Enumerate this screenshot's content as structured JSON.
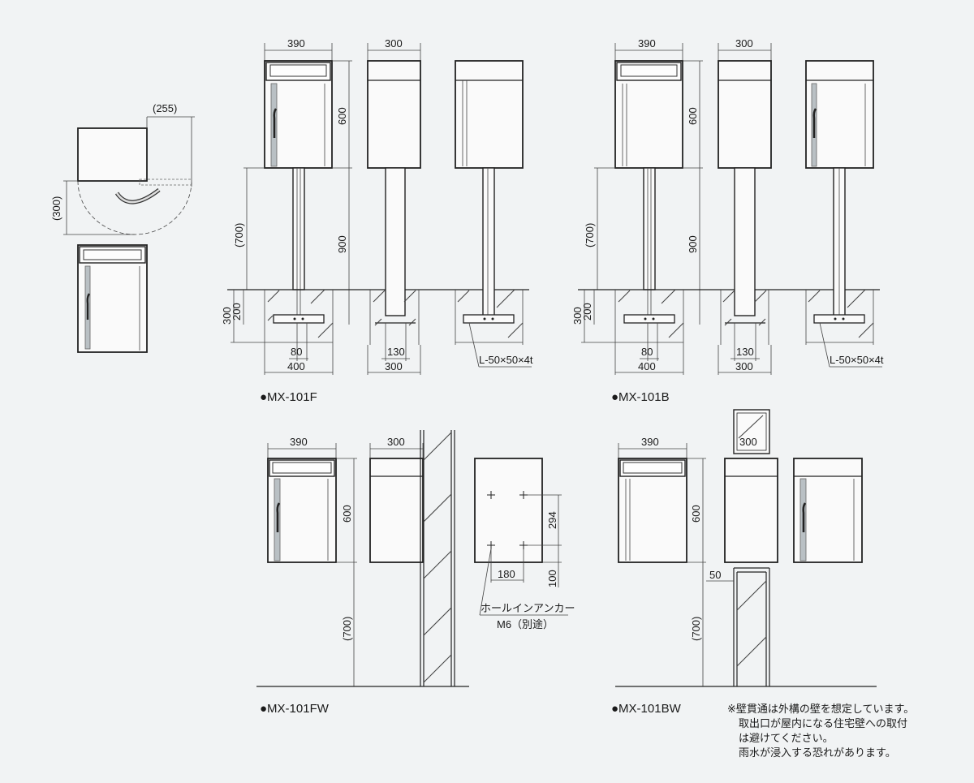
{
  "top_view": {
    "width_label": "(255)",
    "depth_label": "(300)"
  },
  "dims": {
    "w390": "390",
    "w300": "300",
    "h600": "600",
    "h900": "900",
    "h700": "(700)",
    "d300": "300",
    "d200": "200",
    "b80": "80",
    "b400": "400",
    "b130": "130",
    "b300": "300",
    "angle": "L-50×50×4t",
    "h294": "294",
    "w180": "180",
    "h100": "100",
    "w50": "50"
  },
  "models": {
    "f": "●MX-101F",
    "b": "●MX-101B",
    "fw": "●MX-101FW",
    "bw": "●MX-101BW"
  },
  "anchor": {
    "line1": "ホールインアンカー",
    "line2": "M6（別途）"
  },
  "notes": [
    "※壁貫通は外構の壁を想定しています。",
    "取出口が屋内になる住宅壁への取付",
    "は避けてください。",
    "雨水が浸入する恐れがあります。"
  ]
}
